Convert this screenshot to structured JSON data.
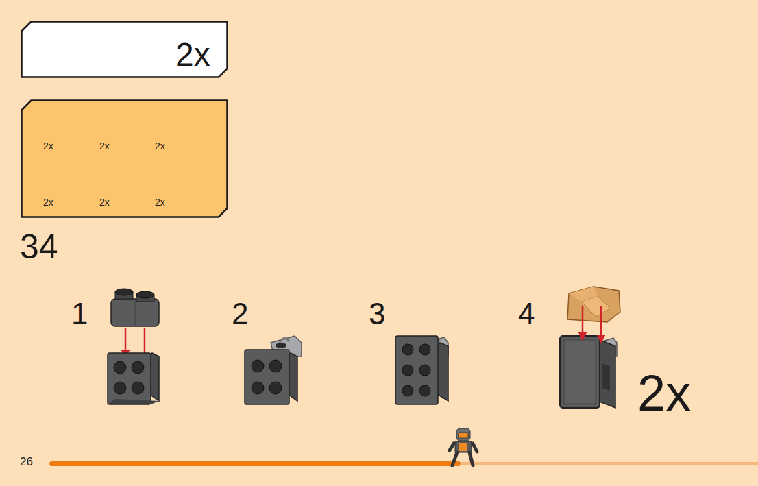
{
  "diagram": {
    "nodes": [
      {
        "text": [
          "2x"
        ]
      },
      {
        "text": [
          "2x",
          "2x",
          "2x",
          "2x",
          "2x",
          "2x"
        ]
      }
    ],
    "labels": [
      "34",
      "1",
      "2",
      "3",
      "4",
      "2x",
      "26"
    ]
  }
}
